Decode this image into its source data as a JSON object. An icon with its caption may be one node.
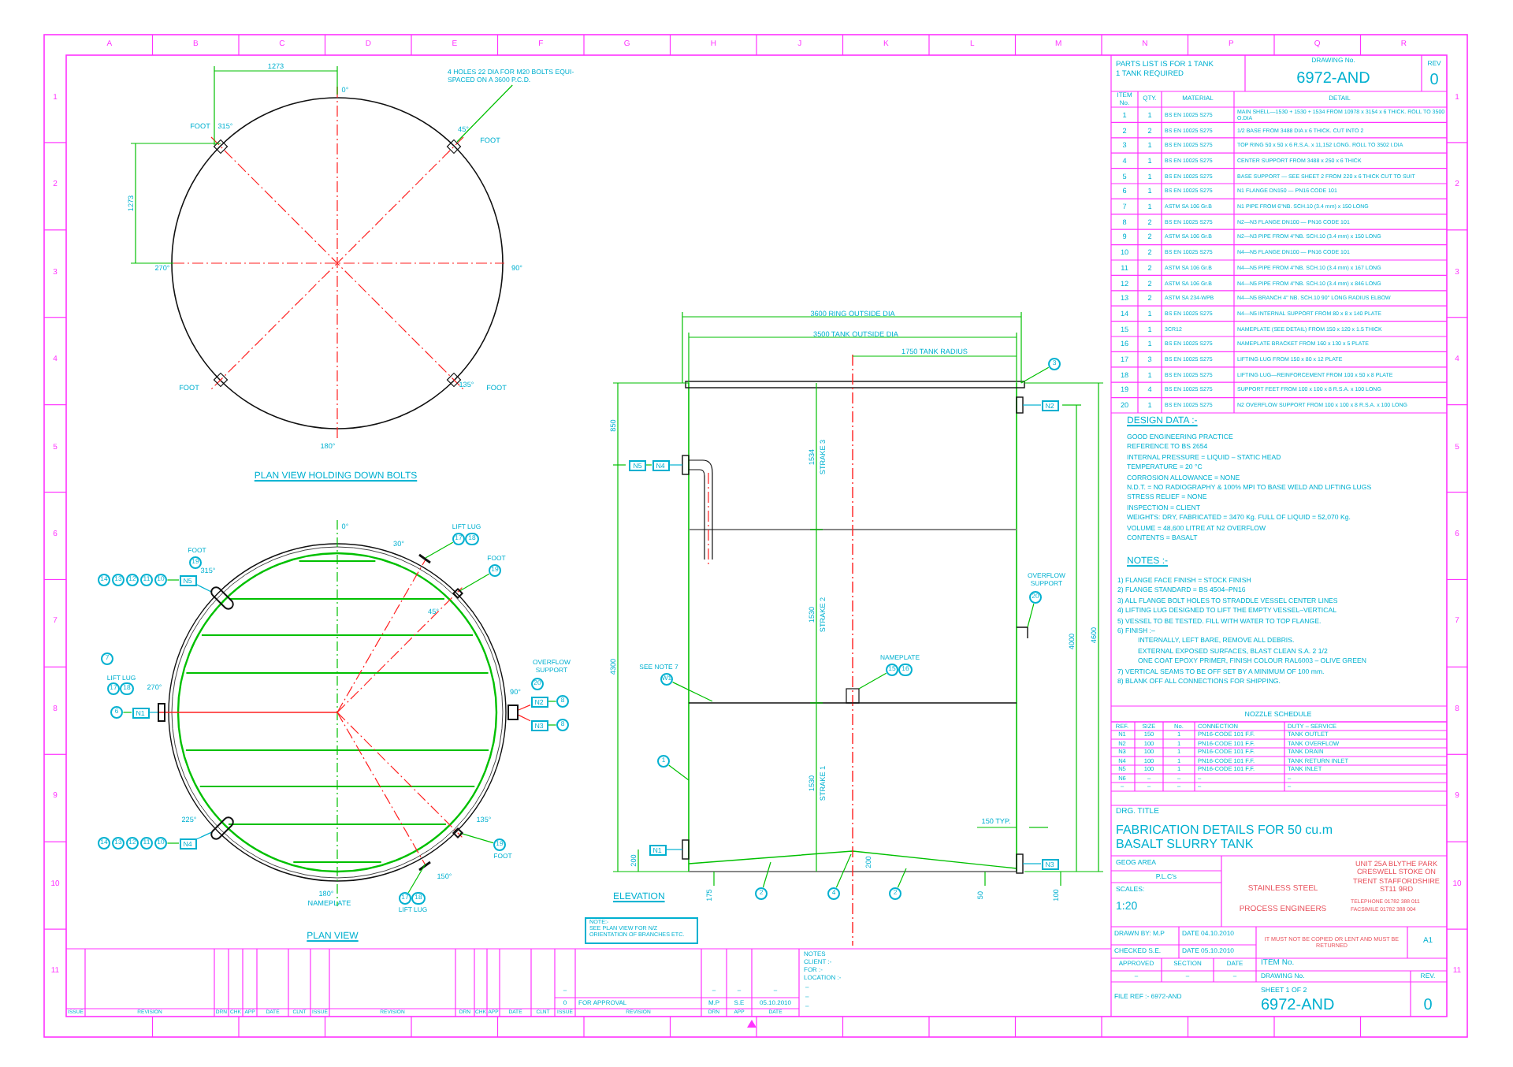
{
  "diagram": {
    "nodes": [
      {
        "text": [
          "4 HOLES 22 DIA FOR M20 BOLTS EQUI-SPACED ON A 3600 P.C.D."
        ]
      },
      {
        "text": [
          "19"
        ],
        "beside": [
          "FOOT"
        ]
      },
      {
        "text": [
          "14"
        ]
      },
      {
        "text": [
          "13"
        ]
      },
      {
        "text": [
          "12"
        ]
      },
      {
        "text": [
          "11"
        ]
      },
      {
        "text": [
          "10"
        ]
      },
      {
        "text": [
          "N5"
        ]
      },
      {
        "text": [
          "7"
        ]
      },
      {
        "text": [
          "17"
        ],
        "beside": [
          "LIFT LUG"
        ]
      },
      {
        "text": [
          "18"
        ]
      },
      {
        "text": [
          "6"
        ]
      },
      {
        "text": [
          "N1"
        ]
      },
      {
        "text": [
          "14"
        ]
      },
      {
        "text": [
          "13"
        ]
      },
      {
        "text": [
          "12"
        ]
      },
      {
        "text": [
          "11"
        ]
      },
      {
        "text": [
          "10"
        ]
      },
      {
        "text": [
          "N4"
        ]
      },
      {
        "text": [
          "20"
        ],
        "beside": [
          "OVERFLOW SUPPORT"
        ]
      },
      {
        "text": [
          "N2"
        ]
      },
      {
        "text": [
          "8"
        ]
      },
      {
        "text": [
          "N3"
        ]
      },
      {
        "text": [
          "8"
        ]
      },
      {
        "text": [
          "17"
        ],
        "beside": [
          "LIFT LUG"
        ]
      },
      {
        "text": [
          "18"
        ]
      },
      {
        "text": [
          "19"
        ],
        "beside": [
          "FOOT"
        ]
      },
      {
        "text": [
          "19"
        ],
        "beside": [
          "FOOT"
        ]
      },
      {
        "text": [
          "17"
        ],
        "beside": [
          "LIFT LUG"
        ]
      },
      {
        "text": [
          "18"
        ]
      },
      {
        "text": [
          "3"
        ]
      },
      {
        "text": [
          "N2"
        ]
      },
      {
        "text": [
          "N5"
        ]
      },
      {
        "text": [
          "N4"
        ]
      },
      {
        "text": [
          "20"
        ],
        "beside": [
          "OVERFLOW SUPPORT"
        ]
      },
      {
        "text": [
          "W1"
        ],
        "beside": [
          "SEE NOTE 7"
        ]
      },
      {
        "text": [
          "15"
        ],
        "beside": [
          "NAMEPLATE"
        ]
      },
      {
        "text": [
          "16"
        ]
      },
      {
        "text": [
          "1"
        ]
      },
      {
        "text": [
          "N1"
        ]
      },
      {
        "text": [
          "N3"
        ]
      },
      {
        "text": [
          "2"
        ]
      },
      {
        "text": [
          "4"
        ]
      },
      {
        "text": [
          "2"
        ]
      },
      {
        "text": [
          "NOTE:-",
          "SEE PLAN VIEW FOR N/Z ORIENTATION OF BRANCHES ETC."
        ]
      },
      {
        "text": [],
        "shape": "box"
      },
      {
        "text": [],
        "shape": "box"
      },
      {
        "text": [],
        "shape": "box"
      },
      {
        "text": [],
        "shape": "box"
      },
      {
        "text": [],
        "shape": "diamond"
      },
      {
        "text": [],
        "shape": "diamond"
      }
    ],
    "edges": [
      {
        "from": 0,
        "to": null,
        "arrow": "none"
      },
      {
        "from": 6,
        "to": 7,
        "arrow": "none"
      },
      {
        "from": 7,
        "to": 45,
        "arrow": "none",
        "color": "#00b0d0"
      },
      {
        "from": 11,
        "to": 12,
        "arrow": "none"
      },
      {
        "from": 12,
        "to": 46,
        "arrow": "none",
        "color": "#00b0d0"
      },
      {
        "from": 17,
        "to": 18,
        "arrow": "none"
      },
      {
        "from": 18,
        "to": 47,
        "arrow": "none",
        "color": "#00b0d0"
      },
      {
        "from": 20,
        "to": 21,
        "arrow": "none"
      },
      {
        "from": 20,
        "to": 48,
        "arrow": "none",
        "color": "#ff2020"
      },
      {
        "from": 22,
        "to": 23,
        "arrow": "none"
      },
      {
        "from": 22,
        "to": 48,
        "arrow": "none",
        "color": "#ff2020"
      },
      {
        "from": 24,
        "to": null,
        "arrow": "none"
      },
      {
        "from": 26,
        "to": 49,
        "arrow": "none"
      },
      {
        "from": 27,
        "to": 50,
        "arrow": "none"
      },
      {
        "from": 28,
        "to": null,
        "arrow": "none"
      },
      {
        "from": 30,
        "to": null,
        "arrow": "none"
      },
      {
        "from": 31,
        "to": null,
        "arrow": "none",
        "color": "#00b0d0"
      },
      {
        "from": 32,
        "to": 33,
        "arrow": "none"
      },
      {
        "from": 33,
        "to": null,
        "arrow": "none",
        "color": "#00b0d0"
      },
      {
        "from": 34,
        "to": null,
        "arrow": "none"
      },
      {
        "from": 35,
        "to": null,
        "arrow": "none"
      },
      {
        "from": 36,
        "to": null,
        "arrow": "none"
      },
      {
        "from": 38,
        "to": null,
        "arrow": "none"
      },
      {
        "from": 39,
        "to": null,
        "arrow": "none",
        "color": "#00b0d0"
      },
      {
        "from": 40,
        "to": null,
        "arrow": "none",
        "color": "#00b0d0"
      },
      {
        "from": 41,
        "to": null,
        "arrow": "none"
      },
      {
        "from": 42,
        "to": null,
        "arrow": "none"
      },
      {
        "from": 43,
        "to": null,
        "arrow": "none"
      }
    ],
    "labels": [
      "A",
      "B",
      "C",
      "D",
      "E",
      "F",
      "G",
      "H",
      "J",
      "K",
      "L",
      "M",
      "N",
      "P",
      "Q",
      "R",
      "1",
      "2",
      "3",
      "4",
      "5",
      "6",
      "7",
      "8",
      "9",
      "10",
      "11",
      "1",
      "2",
      "3",
      "4",
      "5",
      "6",
      "7",
      "8",
      "9",
      "10",
      "11",
      "1273",
      "0°",
      "FOOT",
      "315°",
      "45°",
      "FOOT",
      "1273",
      "270°",
      "90°",
      "FOOT",
      "135°",
      "FOOT",
      "180°",
      "PLAN VIEW HOLDING DOWN BOLTS",
      "0°",
      "30°",
      "45°",
      "90°",
      "135°",
      "150°",
      "180°",
      "225°",
      "270°",
      "315°",
      "NAMEPLATE",
      "PLAN VIEW",
      "3600 RING OUTSIDE DIA",
      "3500 TANK OUTSIDE DIA",
      "1750 TANK RADIUS",
      "850",
      "4300",
      "200",
      "1534",
      "STRAKE 3",
      "1530",
      "STRAKE 2",
      "1530",
      "STRAKE 1",
      "4000",
      "4600",
      "150 TYP.",
      "200",
      "175",
      "50",
      "100",
      "ELEVATION",
      "PARTS LIST IS FOR 1 TANK",
      "1 TANK REQUIRED",
      "DRAWING No.",
      "6972-AND",
      "REV",
      "0",
      "ITEM No.",
      "QTY.",
      "MATERIAL",
      "DETAIL",
      "1",
      "1",
      "BS EN 10025 S275",
      "MAIN SHELL—1530 + 1530 + 1534 FROM 10978 x 3154 x 6 THICK. ROLL TO 3500 O.DIA",
      "2",
      "2",
      "BS EN 10025 S275",
      "1/2 BASE FROM 3488 DIA x 6 THICK. CUT INTO 2",
      "3",
      "1",
      "BS EN 10025 S275",
      "TOP RING 50 x 50 x 6 R.S.A. x 11,152 LONG. ROLL TO 3502 I.DIA",
      "4",
      "1",
      "BS EN 10025 S275",
      "CENTER SUPPORT FROM 3488 x 250 x 6 THICK",
      "5",
      "1",
      "BS EN 10025 S275",
      "BASE SUPPORT — SEE SHEET 2 FROM 220 x 6 THICK CUT TO SUIT",
      "6",
      "1",
      "BS EN 10025 S275",
      "N1 FLANGE DN150 — PN16 CODE 101",
      "7",
      "1",
      "ASTM SA 106 Gr.B",
      "N1 PIPE FROM 6\"NB. SCH.10 (3.4 mm) x 150 LONG",
      "8",
      "2",
      "BS EN 10025 S275",
      "N2—N3 FLANGE DN100 — PN16 CODE 101",
      "9",
      "2",
      "ASTM SA 106 Gr.B",
      "N2—N3 PIPE FROM 4\"NB. SCH.10 (3.4 mm) x 150 LONG",
      "10",
      "2",
      "BS EN 10025 S275",
      "N4—N5 FLANGE DN100 — PN16 CODE 101",
      "11",
      "2",
      "ASTM SA 106 Gr.B",
      "N4—N5 PIPE FROM 4\"NB. SCH.10 (3.4 mm) x 167 LONG",
      "12",
      "2",
      "ASTM SA 106 Gr.B",
      "N4—N5 PIPE FROM 4\"NB. SCH.10 (3.4 mm) x 846 LONG",
      "13",
      "2",
      "ASTM SA 234-WPB",
      "N4—N5 BRANCH 4\" NB. SCH.10 90° LONG RADIUS ELBOW",
      "14",
      "1",
      "BS EN 10025 S275",
      "N4—N5 INTERNAL SUPPORT FROM 80 x 8 x 140 PLATE",
      "15",
      "1",
      "3CR12",
      "NAMEPLATE (SEE DETAIL) FROM 150 x 120 x 1.5 THICK",
      "16",
      "1",
      "BS EN 10025 S275",
      "NAMEPLATE BRACKET FROM 160 x 130 x 5 PLATE",
      "17",
      "3",
      "BS EN 10025 S275",
      "LIFTING LUG FROM 150 x 80 x 12 PLATE",
      "18",
      "1",
      "BS EN 10025 S275",
      "LIFTING LUG—REINFORCEMENT FROM 100 x 50 x 8 PLATE",
      "19",
      "4",
      "BS EN 10025 S275",
      "SUPPORT FEET FROM 100 x 100 x 8 R.S.A. x 100 LONG",
      "20",
      "1",
      "BS EN 10025 S275",
      "N2 OVERFLOW SUPPORT FROM 100 x 100 x 8 R.S.A. x 100 LONG",
      "DESIGN DATA :-",
      "GOOD ENGINEERING PRACTICE",
      "REFERENCE TO BS 2654",
      "INTERNAL PRESSURE = LIQUID – STATIC HEAD",
      "TEMPERATURE = 20 °C",
      "CORROSION ALLOWANCE = NONE",
      "N.D.T. = NO RADIOGRAPHY & 100% MPI TO BASE WELD AND LIFTING LUGS",
      "STRESS RELIEF = NONE",
      "INSPECTION = CLIENT",
      "WEIGHTS: DRY, FABRICATED = 3470 Kg. FULL OF LIQUID = 52,070 Kg.",
      "VOLUME = 48,600 LITRE AT N2 OVERFLOW",
      "CONTENTS = BASALT",
      "NOTES :-",
      "1) FLANGE FACE FINISH = STOCK FINISH",
      "2) FLANGE STANDARD = BS 4504–PN16",
      "3) ALL FLANGE BOLT HOLES TO STRADDLE VESSEL CENTER LINES",
      "4) LIFTING LUG DESIGNED TO LIFT THE EMPTY VESSEL–VERTICAL",
      "5) VESSEL TO BE TESTED. FILL WITH WATER TO TOP FLANGE.",
      "6) FINISH :–",
      "INTERNALLY, LEFT BARE, REMOVE ALL DEBRIS.",
      "EXTERNAL EXPOSED SURFACES, BLAST CLEAN S.A. 2 1/2",
      "ONE COAT EPOXY PRIMER, FINISH COLOUR RAL6003 – OLIVE GREEN",
      "7) VERTICAL SEAMS TO BE OFF SET BY A MINIMUM OF 100 mm.",
      "8) BLANK OFF ALL CONNECTIONS FOR SHIPPING.",
      "NOZZLE SCHEDULE",
      "REF.",
      "SIZE",
      "No.",
      "CONNECTION",
      "DUTY – SERVICE",
      "N1",
      "150",
      "1",
      "PN16-CODE 101 F.F.",
      "TANK OUTLET",
      "N2",
      "100",
      "1",
      "PN16-CODE 101 F.F.",
      "TANK OVERFLOW",
      "N3",
      "100",
      "1",
      "PN16-CODE 101 F.F.",
      "TANK DRAIN",
      "N4",
      "100",
      "1",
      "PN16-CODE 101 F.F.",
      "TANK RETURN INLET",
      "N5",
      "100",
      "1",
      "PN16-CODE 101 F.F.",
      "TANK INLET",
      "N6",
      "–",
      "–",
      "–",
      "–",
      "–",
      "–",
      "–",
      "–",
      "–",
      "DRG. TITLE",
      "FABRICATION DETAILS FOR 50 cu.m BASALT SLURRY TANK",
      "GEOG AREA",
      "P.L.C's",
      "SCALES:",
      "1:20",
      "STAINLESS STEEL",
      "PROCESS ENGINEERS",
      "UNIT 25A BLYTHE PARK CRESWELL STOKE ON TRENT STAFFORDSHIRE ST11 9RD",
      "TELEPHONE 01782 388 011",
      "FACSIMILE 01782 388 004",
      "DRAWN BY: M.P",
      "DATE 04.10.2010",
      "IT MUST NOT BE COPIED OR LENT AND MUST BE RETURNED",
      "A1",
      "CHECKED S.E.",
      "DATE 05.10.2010",
      "APPROVED",
      "SECTION",
      "DATE",
      "ITEM No.",
      "–",
      "–",
      "–",
      "DRAWING No.",
      "REV.",
      "FILE REF :- 6972-AND",
      "SHEET 1 OF 2",
      "6972-AND",
      "0",
      "–",
      "–",
      "–",
      "–",
      "0",
      "FOR APPROVAL",
      "M.P",
      "S.E",
      "05.10.2010",
      "ISSUE",
      "REVISION",
      "DRN",
      "CHK",
      "APP",
      "DATE",
      "CLNT",
      "ISSUE",
      "REVISION",
      "DRN",
      "CHK",
      "APP",
      "DATE",
      "CLNT",
      "ISSUE",
      "REVISION",
      "DRN",
      "APP",
      "DATE",
      "NOTES",
      "CLIENT :-",
      "FOR :-",
      "LOCATION :-",
      "–",
      "–",
      "–"
    ]
  }
}
